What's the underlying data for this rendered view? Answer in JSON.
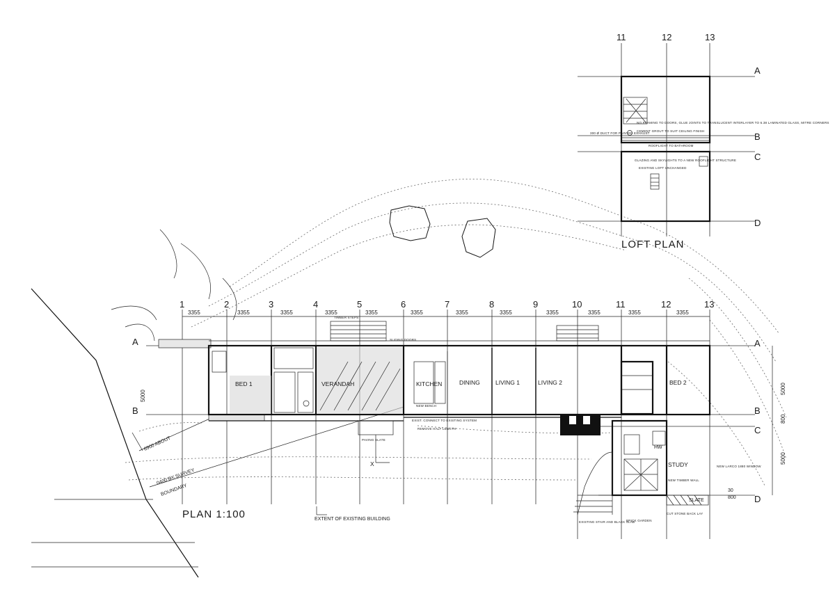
{
  "titles": {
    "plan": "PLAN 1:100",
    "loft": "LOFT PLAN",
    "existing": "EXTENT OF EXISTING BUILDING",
    "section_marker": "X"
  },
  "grid": {
    "columns": [
      "1",
      "2",
      "3",
      "4",
      "5",
      "6",
      "7",
      "8",
      "9",
      "10",
      "11",
      "12",
      "13"
    ],
    "rows": [
      "A",
      "B",
      "C",
      "D"
    ],
    "loft_columns": [
      "11",
      "12",
      "13"
    ],
    "bay_dimension": "3355",
    "row_dimensions": [
      "5000",
      "800",
      "5000"
    ],
    "small_dimensions": [
      "30",
      "800"
    ]
  },
  "rooms": {
    "bed1": "BED 1",
    "verandah": "VERANDAH",
    "kitchen": "KITCHEN",
    "dining": "DINING",
    "living1": "LIVING 1",
    "living2": "LIVING 2",
    "bed2": "BED 2",
    "study": "STUDY",
    "hw": "HW",
    "slate": "SLATE"
  },
  "site": {
    "setback_about": "6900 ABOUT",
    "setback_survey": "0400 BY SURVEY",
    "boundary": "BOUNDARY"
  },
  "notes": {
    "loft_1": "NO FRAMING TO DOORS, GLUE JOINTS TO TRANSLUCENT INTERLAYER TO 6.38 LAMINATED GLASS, MITRE CORNERS",
    "loft_2": "300 Ø DUCT FOR PAINTED EXHAUST",
    "loft_3": "CEMENT GROUT TO SUIT CEILING FINISH",
    "loft_4": "ROOFLIGHT TO BATHROOM",
    "loft_5": "GLAZING AND SKYLIGHTS TO A NEW ROOFLIGHT STRUCTURE",
    "loft_6": "EXISTING LOFT UNCHANGED",
    "verandah": "SLIDING DOORS",
    "kitchen": "NEW BENCH",
    "connect": "EXIST. CONNECT TO EXISTING SYSTEM",
    "remove": "REMOVE HALF LENGTH",
    "paving": "PAVING SLATE",
    "steps": "TIMBER STEPS",
    "entry": "BRICK GARDEN",
    "stair": "EXISTING STAIR AND BLACK SLAB",
    "window": "NEW LARCO 1880 WINDOW",
    "screen": "NEW TIMBER WALL",
    "cut": "CUT STONE BACK LAY"
  }
}
